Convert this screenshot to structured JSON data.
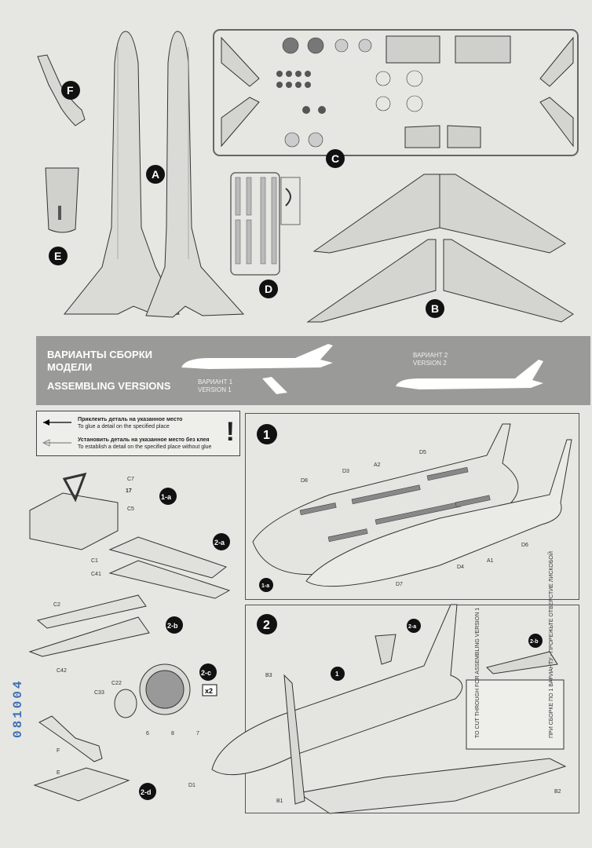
{
  "parts_letters": [
    "A",
    "B",
    "C",
    "D",
    "E",
    "F"
  ],
  "banner": {
    "title_ru_1": "ВАРИАНТЫ СБОРКИ",
    "title_ru_2": "МОДЕЛИ",
    "title_en": "ASSEMBLING VERSIONS",
    "v1_ru": "ВАРИАНТ 1",
    "v1_en": "VERSION 1",
    "v2_ru": "ВАРИАНТ 2",
    "v2_en": "VERSION 2"
  },
  "legend": {
    "glue_ru": "Приклеить деталь на указанное место",
    "glue_en": "To glue a detail on the specified place",
    "noglue_ru": "Установить деталь на указанное место без клея",
    "noglue_en": "To establish a detail on the specified place without glue",
    "mark": "!"
  },
  "steps": {
    "s1a": "1-a",
    "s2a": "2-a",
    "s2b": "2-b",
    "s2c": "2-c",
    "s2d": "2-d",
    "big1": "1",
    "big2": "2",
    "x2": "x2"
  },
  "callouts": {
    "C7": "C7",
    "C5": "C5",
    "C1": "C1",
    "C41": "C41",
    "C2": "C2",
    "C42": "C42",
    "C22": "C22",
    "C33": "C33",
    "F": "F",
    "E": "E",
    "D1": "D1",
    "D8": "D8",
    "D3": "D3",
    "A2": "A2",
    "D5": "D5",
    "D6": "D6",
    "A1": "A1",
    "D4": "D4",
    "D7": "D7",
    "B3": "B3",
    "B1": "B1",
    "B2": "B2",
    "one_a": "1-a",
    "n17": "17",
    "n6": "6",
    "n8": "8",
    "n7": "7"
  },
  "cut_note": {
    "ru": "ПРИ СБОРКЕ ПО 1 ВАРИАНТУ - ПРОРЕЖЬТЕ ОТВЕРСТИЕ ЛИСКОБОЙ",
    "en": "TO CUT THROUGH FOR ASSEMBLING VERSION 1"
  },
  "side_code": "081004"
}
